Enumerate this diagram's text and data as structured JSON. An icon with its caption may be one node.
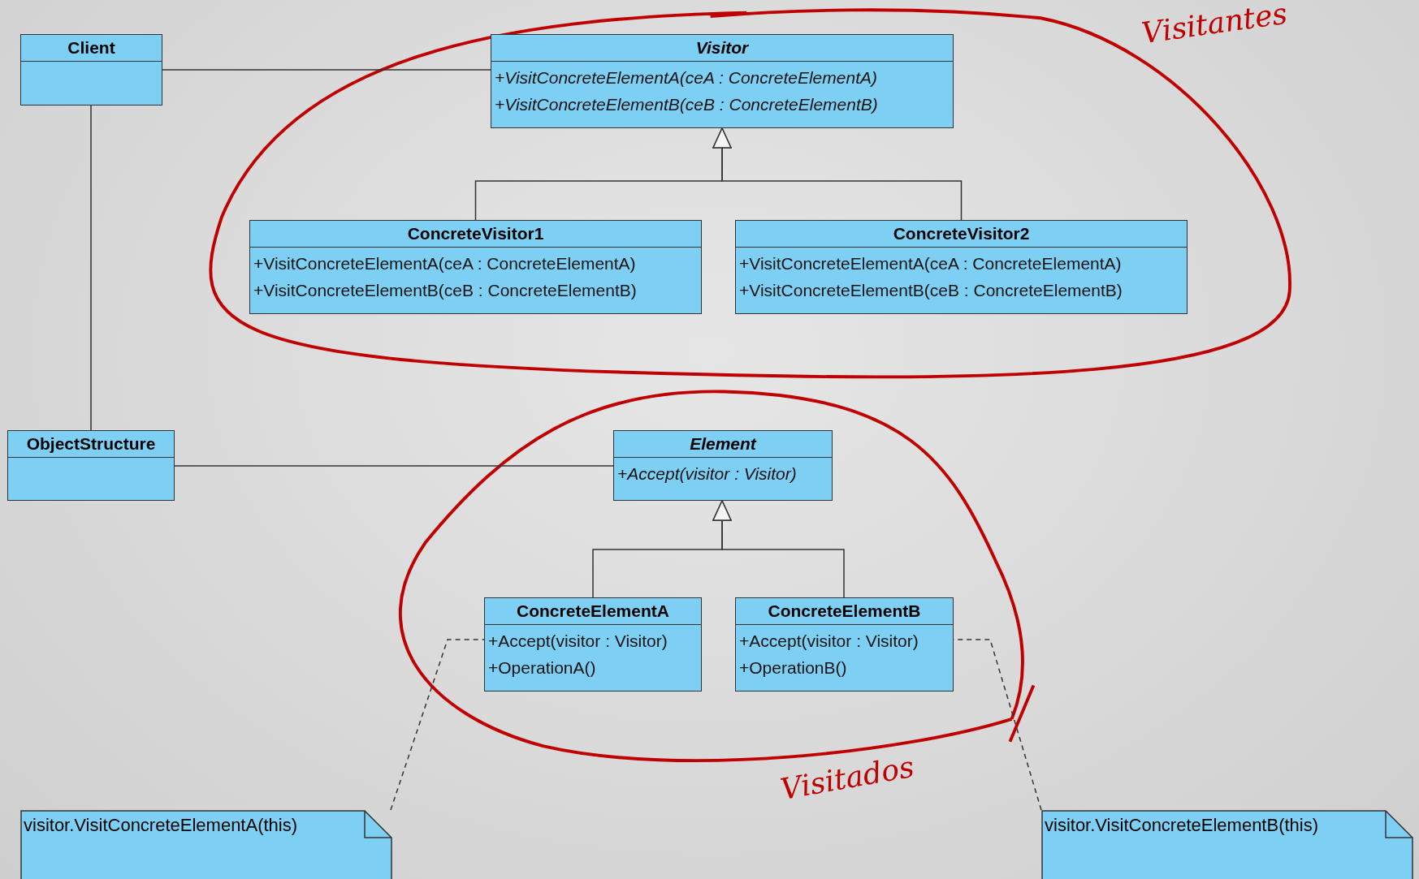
{
  "diagram": {
    "nodes": [
      {
        "text": [
          "Client"
        ]
      },
      {
        "text": [
          "Visitor",
          "+VisitConcreteElementA(ceA : ConcreteElementA)",
          "+VisitConcreteElementB(ceB : ConcreteElementB)"
        ]
      },
      {
        "text": [
          "ConcreteVisitor1",
          "+VisitConcreteElementA(ceA : ConcreteElementA)",
          "+VisitConcreteElementB(ceB : ConcreteElementB)"
        ]
      },
      {
        "text": [
          "ConcreteVisitor2",
          "+VisitConcreteElementA(ceA : ConcreteElementA)",
          "+VisitConcreteElementB(ceB : ConcreteElementB)"
        ]
      },
      {
        "text": [
          "ObjectStructure"
        ]
      },
      {
        "text": [
          "Element",
          "+Accept(visitor : Visitor)"
        ]
      },
      {
        "text": [
          "ConcreteElementA",
          "+Accept(visitor : Visitor)",
          "+OperationA()"
        ]
      },
      {
        "text": [
          "ConcreteElementB",
          "+Accept(visitor : Visitor)",
          "+OperationB()"
        ]
      },
      {
        "text": [
          "visitor.VisitConcreteElementA(this)"
        ]
      },
      {
        "text": [
          "visitor.VisitConcreteElementB(this)"
        ]
      }
    ],
    "edges": [
      {
        "from": 0,
        "to": 1,
        "arrow": "none"
      },
      {
        "from": 0,
        "to": 4,
        "arrow": "none"
      },
      {
        "from": 2,
        "to": 1,
        "arrow": "to"
      },
      {
        "from": 3,
        "to": 1,
        "arrow": "to"
      },
      {
        "from": 4,
        "to": 5,
        "arrow": "none"
      },
      {
        "from": 6,
        "to": 5,
        "arrow": "to"
      },
      {
        "from": 7,
        "to": 5,
        "arrow": "to"
      },
      {
        "from": 8,
        "to": 6,
        "arrow": "none",
        "style": "dashed"
      },
      {
        "from": 9,
        "to": 7,
        "arrow": "none",
        "style": "dashed"
      }
    ],
    "labels": [
      "Visitantes",
      "Visitados"
    ]
  }
}
